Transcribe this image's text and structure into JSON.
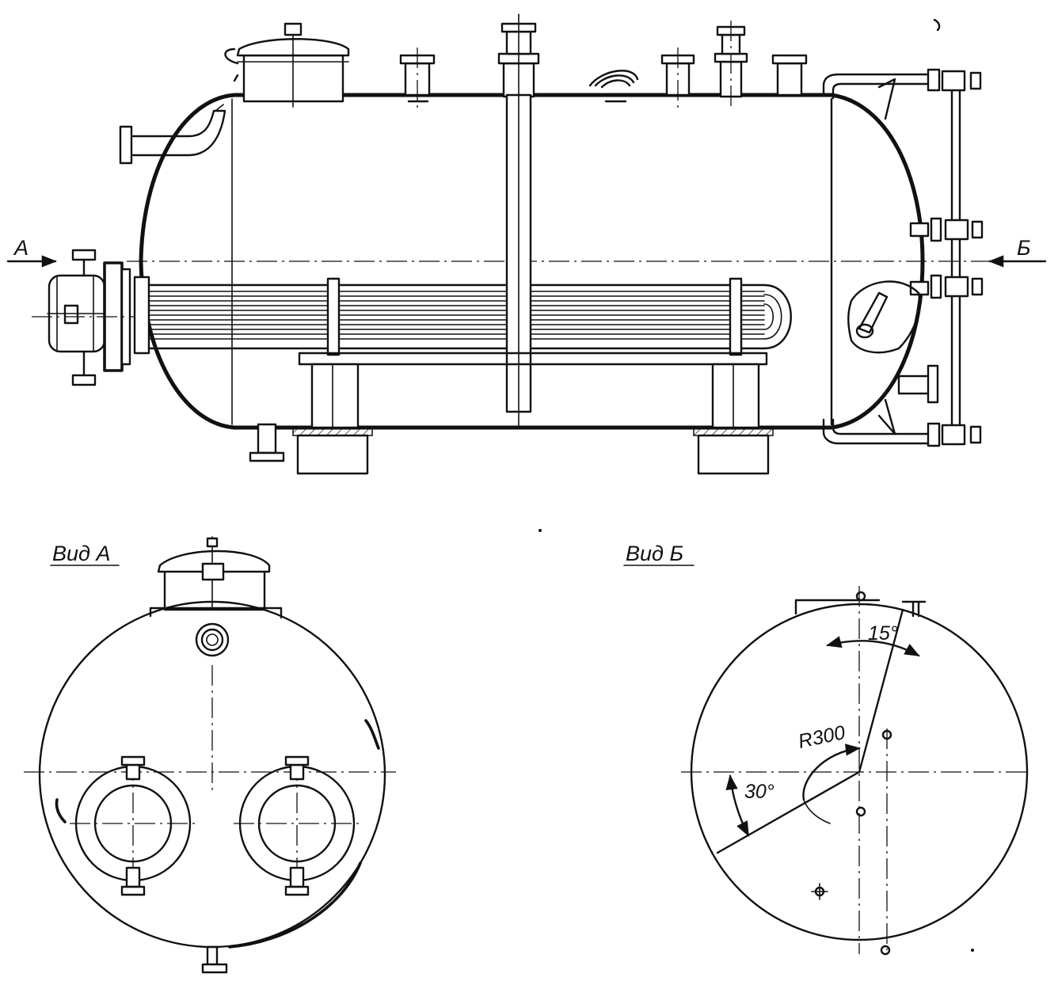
{
  "labels": {
    "arrow_a": "А",
    "arrow_b": "Б",
    "view_a": "Вид А",
    "view_b": "Вид Б"
  },
  "dimensions": {
    "angle_top": "15°",
    "angle_left": "30°",
    "radius": "R300"
  }
}
